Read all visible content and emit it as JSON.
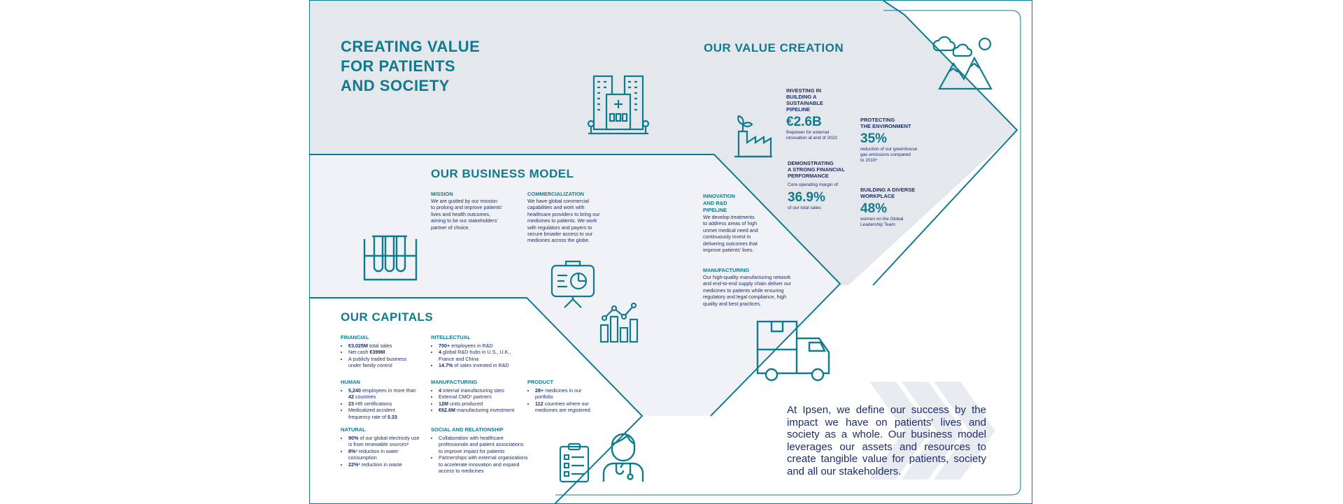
{
  "header": {
    "title_lines": [
      "CREATING VALUE",
      "FOR PATIENTS",
      "AND SOCIETY"
    ]
  },
  "value_creation": {
    "title": "OUR VALUE CREATION",
    "pipeline": {
      "label_lines": [
        "INVESTING IN",
        "BUILDING A",
        "SUSTAINABLE",
        "PIPELINE"
      ],
      "value": "€2.6B",
      "desc_lines": [
        "firepower for external",
        "innovation at end of 2022"
      ]
    },
    "environment": {
      "label_lines": [
        "PROTECTING",
        "THE ENVIRONMENT"
      ],
      "value": "35%",
      "desc_lines": [
        "reduction of our greenhouse",
        "gas emissions compared",
        "to 2019⁴"
      ]
    },
    "financial": {
      "label_lines": [
        "DEMONSTRATING",
        "A STRONG FINANCIAL",
        "PERFORMANCE"
      ],
      "pre": "Core operating margin of",
      "value": "36.9%",
      "desc": "of our total sales"
    },
    "workplace": {
      "label_lines": [
        "BUILDING A DIVERSE",
        "WORKPLACE"
      ],
      "value": "48%",
      "desc_lines": [
        "women on the Global",
        "Leadership Team"
      ]
    }
  },
  "business_model": {
    "title": "OUR BUSINESS MODEL",
    "mission": {
      "label": "MISSION",
      "lines": [
        "We are guided by our mission",
        "to prolong and improve patients'",
        "lives and health outcomes,",
        "aiming to be our stakeholders'",
        "partner of choice."
      ]
    },
    "commercialization": {
      "label": "COMMERCIALIZATION",
      "lines": [
        "We have global commercial",
        "capabilities and work with",
        "healthcare providers to bring our",
        "medicines to patients. We work",
        "with regulators and payers to",
        "secure broader access to our",
        "medicines across the globe."
      ]
    },
    "innovation": {
      "label_lines": [
        "INNOVATION",
        "AND R&D",
        "PIPELINE"
      ],
      "lines": [
        "We develop treatments",
        "to address areas of high",
        "unmet medical need and",
        "continuously invest in",
        "delivering outcomes that",
        "improve patients' lives."
      ]
    },
    "manufacturing": {
      "label": "MANUFACTURING",
      "lines": [
        "Our high-quality manufacturing network",
        "and end-to-end supply chain deliver our",
        "medicines to patients while ensuring",
        "regulatory and legal compliance, high",
        "quality and best practices."
      ]
    }
  },
  "capitals": {
    "title": "OUR CAPITALS",
    "financial": {
      "label": "FINANCIAL",
      "items": [
        {
          "b": "€3,025M",
          "t": " total sales"
        },
        {
          "b": "",
          "t": "Net cash "
        },
        {
          "b": "",
          "t": "A publicly traded business under family control"
        }
      ],
      "net_cash_value": "€399M"
    },
    "human": {
      "label": "HUMAN",
      "items": [
        {
          "b": "5,240",
          "t": " employees in more than "
        },
        {
          "b": "23",
          "t": " HR certifications"
        },
        {
          "b": "",
          "t": "Medicalized accident frequency rate of "
        }
      ],
      "countries_value": "42",
      "countries_text": " countries",
      "frequency_value": "0.33"
    },
    "natural": {
      "label": "NATURAL",
      "items": [
        {
          "b": "90%",
          "t": " of our global electricity use is from renewable sources²"
        },
        {
          "b": "8%",
          "t": "³ reduction in water consumption"
        },
        {
          "b": "22%",
          "t": "³ reduction in waste"
        }
      ]
    },
    "intellectual": {
      "label": "INTELLECTUAL",
      "items": [
        {
          "b": "700+",
          "t": " employees in R&D"
        },
        {
          "b": "4",
          "t": " global R&D hubs in U.S., U.K., France and China"
        },
        {
          "b": "14.7%",
          "t": " of sales invested in R&D"
        }
      ]
    },
    "manufacturing": {
      "label": "MANUFACTURING",
      "items": [
        {
          "b": "4",
          "t": " internal manufacturing sites"
        },
        {
          "b": "",
          "t": "External CMO¹ partners"
        },
        {
          "b": "12M",
          "t": " units produced"
        },
        {
          "b": "€62.6M",
          "t": " manufacturing investment"
        }
      ]
    },
    "product": {
      "label": "PRODUCT",
      "items": [
        {
          "b": "28+",
          "t": " medicines in our portfolio"
        },
        {
          "b": "112",
          "t": " countries where our medicines are registered"
        }
      ]
    },
    "social": {
      "label": "SOCIAL AND RELATIONSHIP",
      "items": [
        {
          "b": "",
          "t": "Collaboration with healthcare professionals and patient associations to improve impact for patients"
        },
        {
          "b": "",
          "t": "Partnerships with external organizations to accelerate innovation and expand access to medicines"
        }
      ]
    }
  },
  "statement": "At Ipsen, we define our success by the impact we have on patients' lives and society as a whole. Our business model leverages our assets and resources to create tangible value for patients, society and all our stakeholders.",
  "colors": {
    "teal": "#0e7b8f",
    "navy": "#1d2d6b",
    "light_gray": "#e4e7ec",
    "lighter_gray": "#f1f2f5"
  },
  "icons": [
    "hospital-icon",
    "clouds-mountains-icon",
    "factory-plant-icon",
    "test-tubes-icon",
    "presentation-chart-icon",
    "bar-line-chart-icon",
    "delivery-truck-icon",
    "clipboard-icon",
    "doctor-icon",
    "chevron-pattern-icon"
  ]
}
